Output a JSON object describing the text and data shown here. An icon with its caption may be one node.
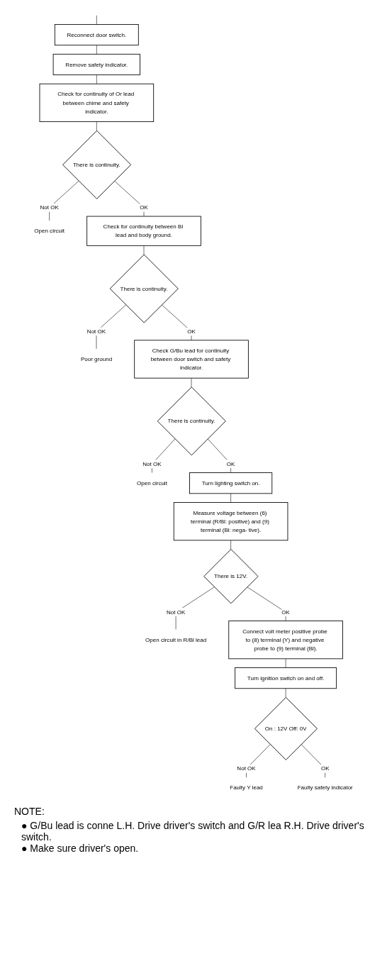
{
  "diagram": {
    "nodes": [
      {
        "text": [
          "Reconnect door switch."
        ]
      },
      {
        "text": [
          "Remove safety indicator."
        ]
      },
      {
        "text": [
          "Check for continuity of Or lead between chime and safety indicator."
        ]
      },
      {
        "text": [
          "There is continuity."
        ]
      },
      {
        "text": [
          "Open circuit"
        ]
      },
      {
        "text": [
          "Check for continuity between Bl lead and body ground."
        ]
      },
      {
        "text": [
          "There is continuity."
        ]
      },
      {
        "text": [
          "Poor ground"
        ]
      },
      {
        "text": [
          "Check G/Bu lead for continuity between door switch and safety indicator."
        ]
      },
      {
        "text": [
          "There is continuity."
        ]
      },
      {
        "text": [
          "Open circuit"
        ]
      },
      {
        "text": [
          "Turn lighting switch on."
        ]
      },
      {
        "text": [
          "Measure voltage between (6) terminal (R/Bl: positive) and (9) terminal (Bl: nega- tive)."
        ]
      },
      {
        "text": [
          "There is 12V."
        ]
      },
      {
        "text": [
          "Open circuit in R/Bl lead"
        ]
      },
      {
        "text": [
          "Connect volt meter positive probe to (8) terminal (Y) and negative probe to (9) terminal (Bl)."
        ]
      },
      {
        "text": [
          "Turn ignition switch on and off."
        ]
      },
      {
        "text": [
          "On : 12V Off: 0V"
        ]
      },
      {
        "text": [
          "Faulty Y lead"
        ]
      },
      {
        "text": [
          "Faulty safety indicator"
        ]
      }
    ],
    "edges": [
      {
        "from": null,
        "to": 0,
        "arrow": "none"
      },
      {
        "from": 0,
        "to": 1,
        "arrow": "none"
      },
      {
        "from": 1,
        "to": 2,
        "arrow": "none"
      },
      {
        "from": 2,
        "to": 3,
        "arrow": "none"
      },
      {
        "from": 3,
        "to": 4,
        "arrow": "none",
        "label": "Not OK"
      },
      {
        "from": 3,
        "to": 5,
        "arrow": "none",
        "label": "OK"
      },
      {
        "from": 5,
        "to": 6,
        "arrow": "none"
      },
      {
        "from": 6,
        "to": 7,
        "arrow": "none",
        "label": "Not OK"
      },
      {
        "from": 6,
        "to": 8,
        "arrow": "none",
        "label": "OK"
      },
      {
        "from": 8,
        "to": 9,
        "arrow": "none"
      },
      {
        "from": 9,
        "to": 10,
        "arrow": "none",
        "label": "Not OK"
      },
      {
        "from": 9,
        "to": 11,
        "arrow": "none",
        "label": "OK"
      },
      {
        "from": 11,
        "to": 12,
        "arrow": "none"
      },
      {
        "from": 12,
        "to": 13,
        "arrow": "none"
      },
      {
        "from": 13,
        "to": 14,
        "arrow": "none",
        "label": "Not OK"
      },
      {
        "from": 13,
        "to": 15,
        "arrow": "none",
        "label": "OK"
      },
      {
        "from": 15,
        "to": 16,
        "arrow": "none"
      },
      {
        "from": 16,
        "to": 17,
        "arrow": "none"
      },
      {
        "from": 17,
        "to": 18,
        "arrow": "none",
        "label": "Not OK"
      },
      {
        "from": 17,
        "to": 19,
        "arrow": "none",
        "label": "OK"
      }
    ],
    "labels": [
      "NOTE:",
      "● G/Bu lead is conne L.H. Drive driver's switch and G/R lea R.H. Drive driver's switch.",
      "● Make sure driver's open."
    ]
  }
}
